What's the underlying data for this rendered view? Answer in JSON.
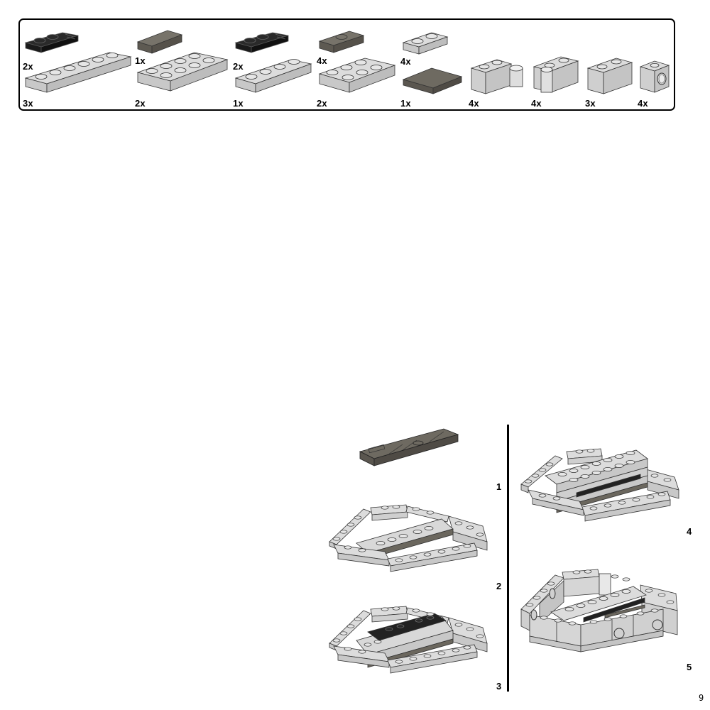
{
  "parts_list": {
    "items": [
      {
        "qty": "2x",
        "part": "hinge-plate-1x2-black",
        "color": "#1e1e1e"
      },
      {
        "qty": "3x",
        "part": "plate-1x6-light-gray",
        "color": "#d4d4d4"
      },
      {
        "qty": "1x",
        "part": "tile-1x2-dark-gray",
        "color": "#6b675e"
      },
      {
        "qty": "2x",
        "part": "plate-2x4-light-gray",
        "color": "#d4d4d4"
      },
      {
        "qty": "2x",
        "part": "hinge-plate-1x2-black",
        "color": "#1e1e1e"
      },
      {
        "qty": "1x",
        "part": "plate-1x4-light-gray",
        "color": "#d4d4d4"
      },
      {
        "qty": "4x",
        "part": "jumper-plate-1x2-dark-gray",
        "color": "#6b675e"
      },
      {
        "qty": "2x",
        "part": "plate-2x3-light-gray",
        "color": "#d4d4d4"
      },
      {
        "qty": "4x",
        "part": "plate-1x2-light-gray",
        "color": "#d4d4d4"
      },
      {
        "qty": "1x",
        "part": "tile-2x2-dark-gray",
        "color": "#6b675e"
      },
      {
        "qty": "4x",
        "part": "hinge-brick-1x2-base-light-gray",
        "color": "#d4d4d4"
      },
      {
        "qty": "4x",
        "part": "hinge-brick-1x2-top-light-gray",
        "color": "#d4d4d4"
      },
      {
        "qty": "3x",
        "part": "brick-1x2-light-gray",
        "color": "#d4d4d4"
      },
      {
        "qty": "4x",
        "part": "technic-brick-1x1-hole-light-gray",
        "color": "#d4d4d4"
      }
    ]
  },
  "steps": [
    {
      "number": "1"
    },
    {
      "number": "2"
    },
    {
      "number": "3"
    },
    {
      "number": "4"
    },
    {
      "number": "5"
    }
  ],
  "page": {
    "number": "9"
  },
  "colors": {
    "light_gray": "#d4d4d4",
    "dark_gray": "#6b675e",
    "black": "#1e1e1e",
    "outline": "#333333"
  }
}
